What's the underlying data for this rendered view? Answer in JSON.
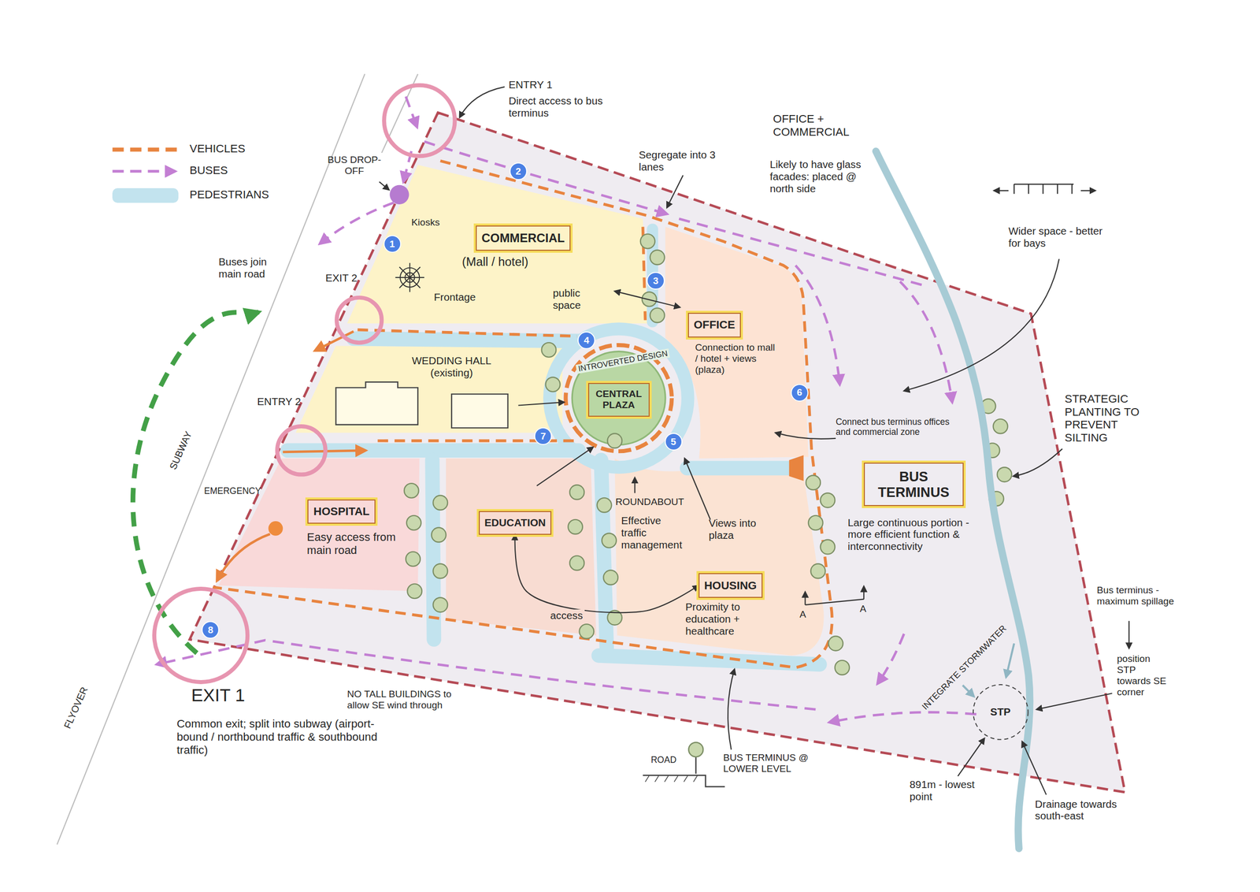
{
  "diagram": {
    "nodes": [
      {
        "text": [
          "COMMERCIAL"
        ]
      },
      {
        "text": [
          "OFFICE"
        ]
      },
      {
        "text": [
          "CENTRAL PLAZA"
        ]
      },
      {
        "text": [
          "BUS TERMINUS"
        ]
      },
      {
        "text": [
          "HOSPITAL"
        ]
      },
      {
        "text": [
          "EDUCATION"
        ]
      },
      {
        "text": [
          "HOUSING"
        ]
      },
      {
        "text": [
          "STP"
        ]
      }
    ],
    "edges": [
      {
        "from": 5,
        "to": 6,
        "arrow": "both",
        "label": "access"
      }
    ],
    "labels": [
      "ENTRY 1",
      "Direct access to bus terminus",
      "OFFICE + COMMERCIAL",
      "Likely to have glass facades: placed @ north side",
      "Segregate into 3 lanes",
      "Wider space - better for bays",
      "BUS DROP-OFF",
      "Kiosks",
      "(Mall / hotel)",
      "Frontage",
      "public space",
      "Buses join main road",
      "EXIT 2",
      "Connection to mall / hotel + views (plaza)",
      "INTROVERTED DESIGN",
      "WEDDING HALL (existing)",
      "ENTRY 2",
      "Connect bus terminus offices and commercial zone",
      "STRATEGIC PLANTING TO PREVENT SILTING",
      "Large continuous portion - more efficient function & interconnectivity",
      "EMERGENCY",
      "Easy access from main road",
      "ROUNDABOUT",
      "Effective traffic management",
      "Views into plaza",
      "Proximity to education + healthcare",
      "A",
      "A",
      "SUBWAY",
      "FLYOVER",
      "EXIT 1",
      "Common exit; split into subway (airport-bound / northbound traffic & southbound traffic)",
      "NO TALL BUILDINGS to allow SE wind through",
      "ROAD",
      "BUS TERMINUS @ LOWER LEVEL",
      "INTEGRATE STORMWATER",
      "Bus terminus - maximum spillage",
      "position STP towards SE corner",
      "891m - lowest point",
      "Drainage towards south-east",
      "1",
      "2",
      "3",
      "4",
      "5",
      "6",
      "7",
      "8"
    ],
    "legend": [
      {
        "text": "VEHICLES"
      },
      {
        "text": "BUSES"
      },
      {
        "text": "PEDESTRIANS",
        "color": "#c2e3ee"
      }
    ]
  }
}
